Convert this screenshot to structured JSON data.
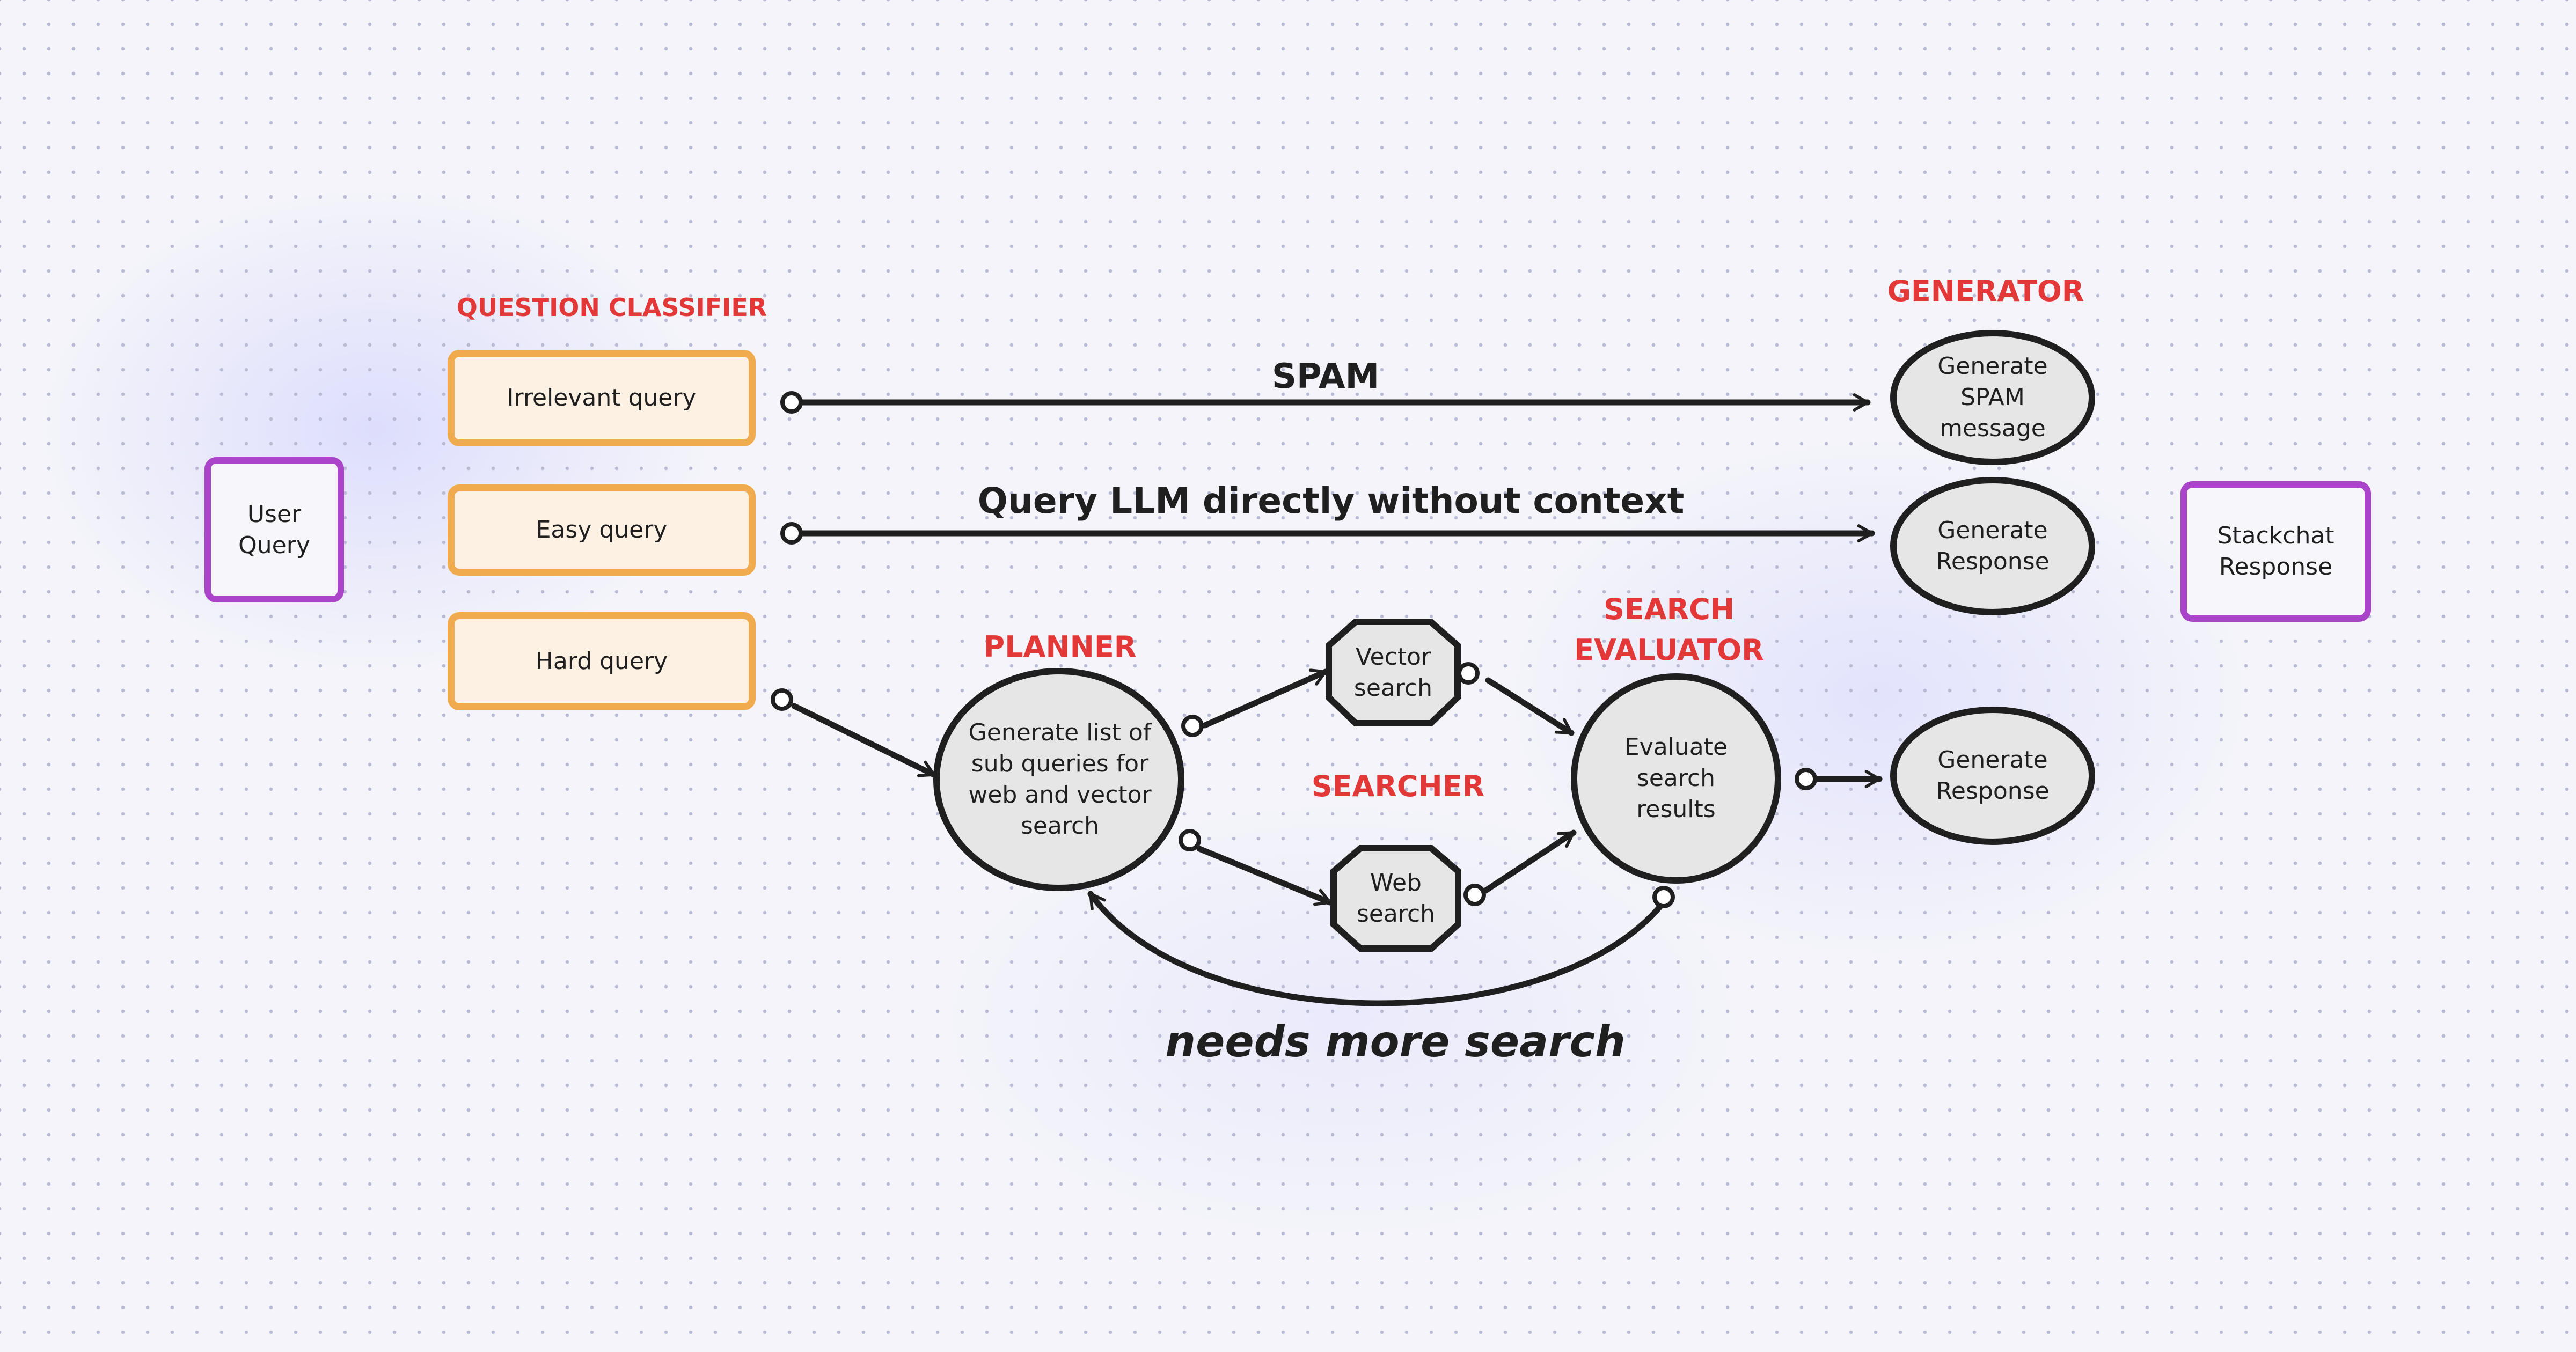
{
  "sections": {
    "question_classifier": "QUESTION CLASSIFIER",
    "generator": "GENERATOR",
    "planner": "PLANNER",
    "searcher": "SEARCHER",
    "search_evaluator": "SEARCH\nEVALUATOR"
  },
  "nodes": {
    "user_query": "User\nQuery",
    "irrelevant_query": "Irrelevant query",
    "easy_query": "Easy query",
    "hard_query": "Hard query",
    "planner_node": "Generate list of\nsub queries for\nweb and vector\nsearch",
    "vector_search": "Vector\nsearch",
    "web_search": "Web\nsearch",
    "evaluate": "Evaluate\nsearch\nresults",
    "gen_spam": "Generate\nSPAM\nmessage",
    "gen_response_1": "Generate\nResponse",
    "gen_response_2": "Generate\nResponse",
    "stackchat_response": "Stackchat\nResponse"
  },
  "edges": {
    "spam": "SPAM",
    "direct": "Query LLM directly without context",
    "loop": "needs more search"
  },
  "colors": {
    "classifier_border": "#f0ab4e",
    "classifier_fill": "#fdf1e4",
    "terminal_border": "#aa44c8",
    "section_label": "#e23838",
    "node_fill": "#e6e6e6",
    "stroke": "#1f1f1f"
  }
}
